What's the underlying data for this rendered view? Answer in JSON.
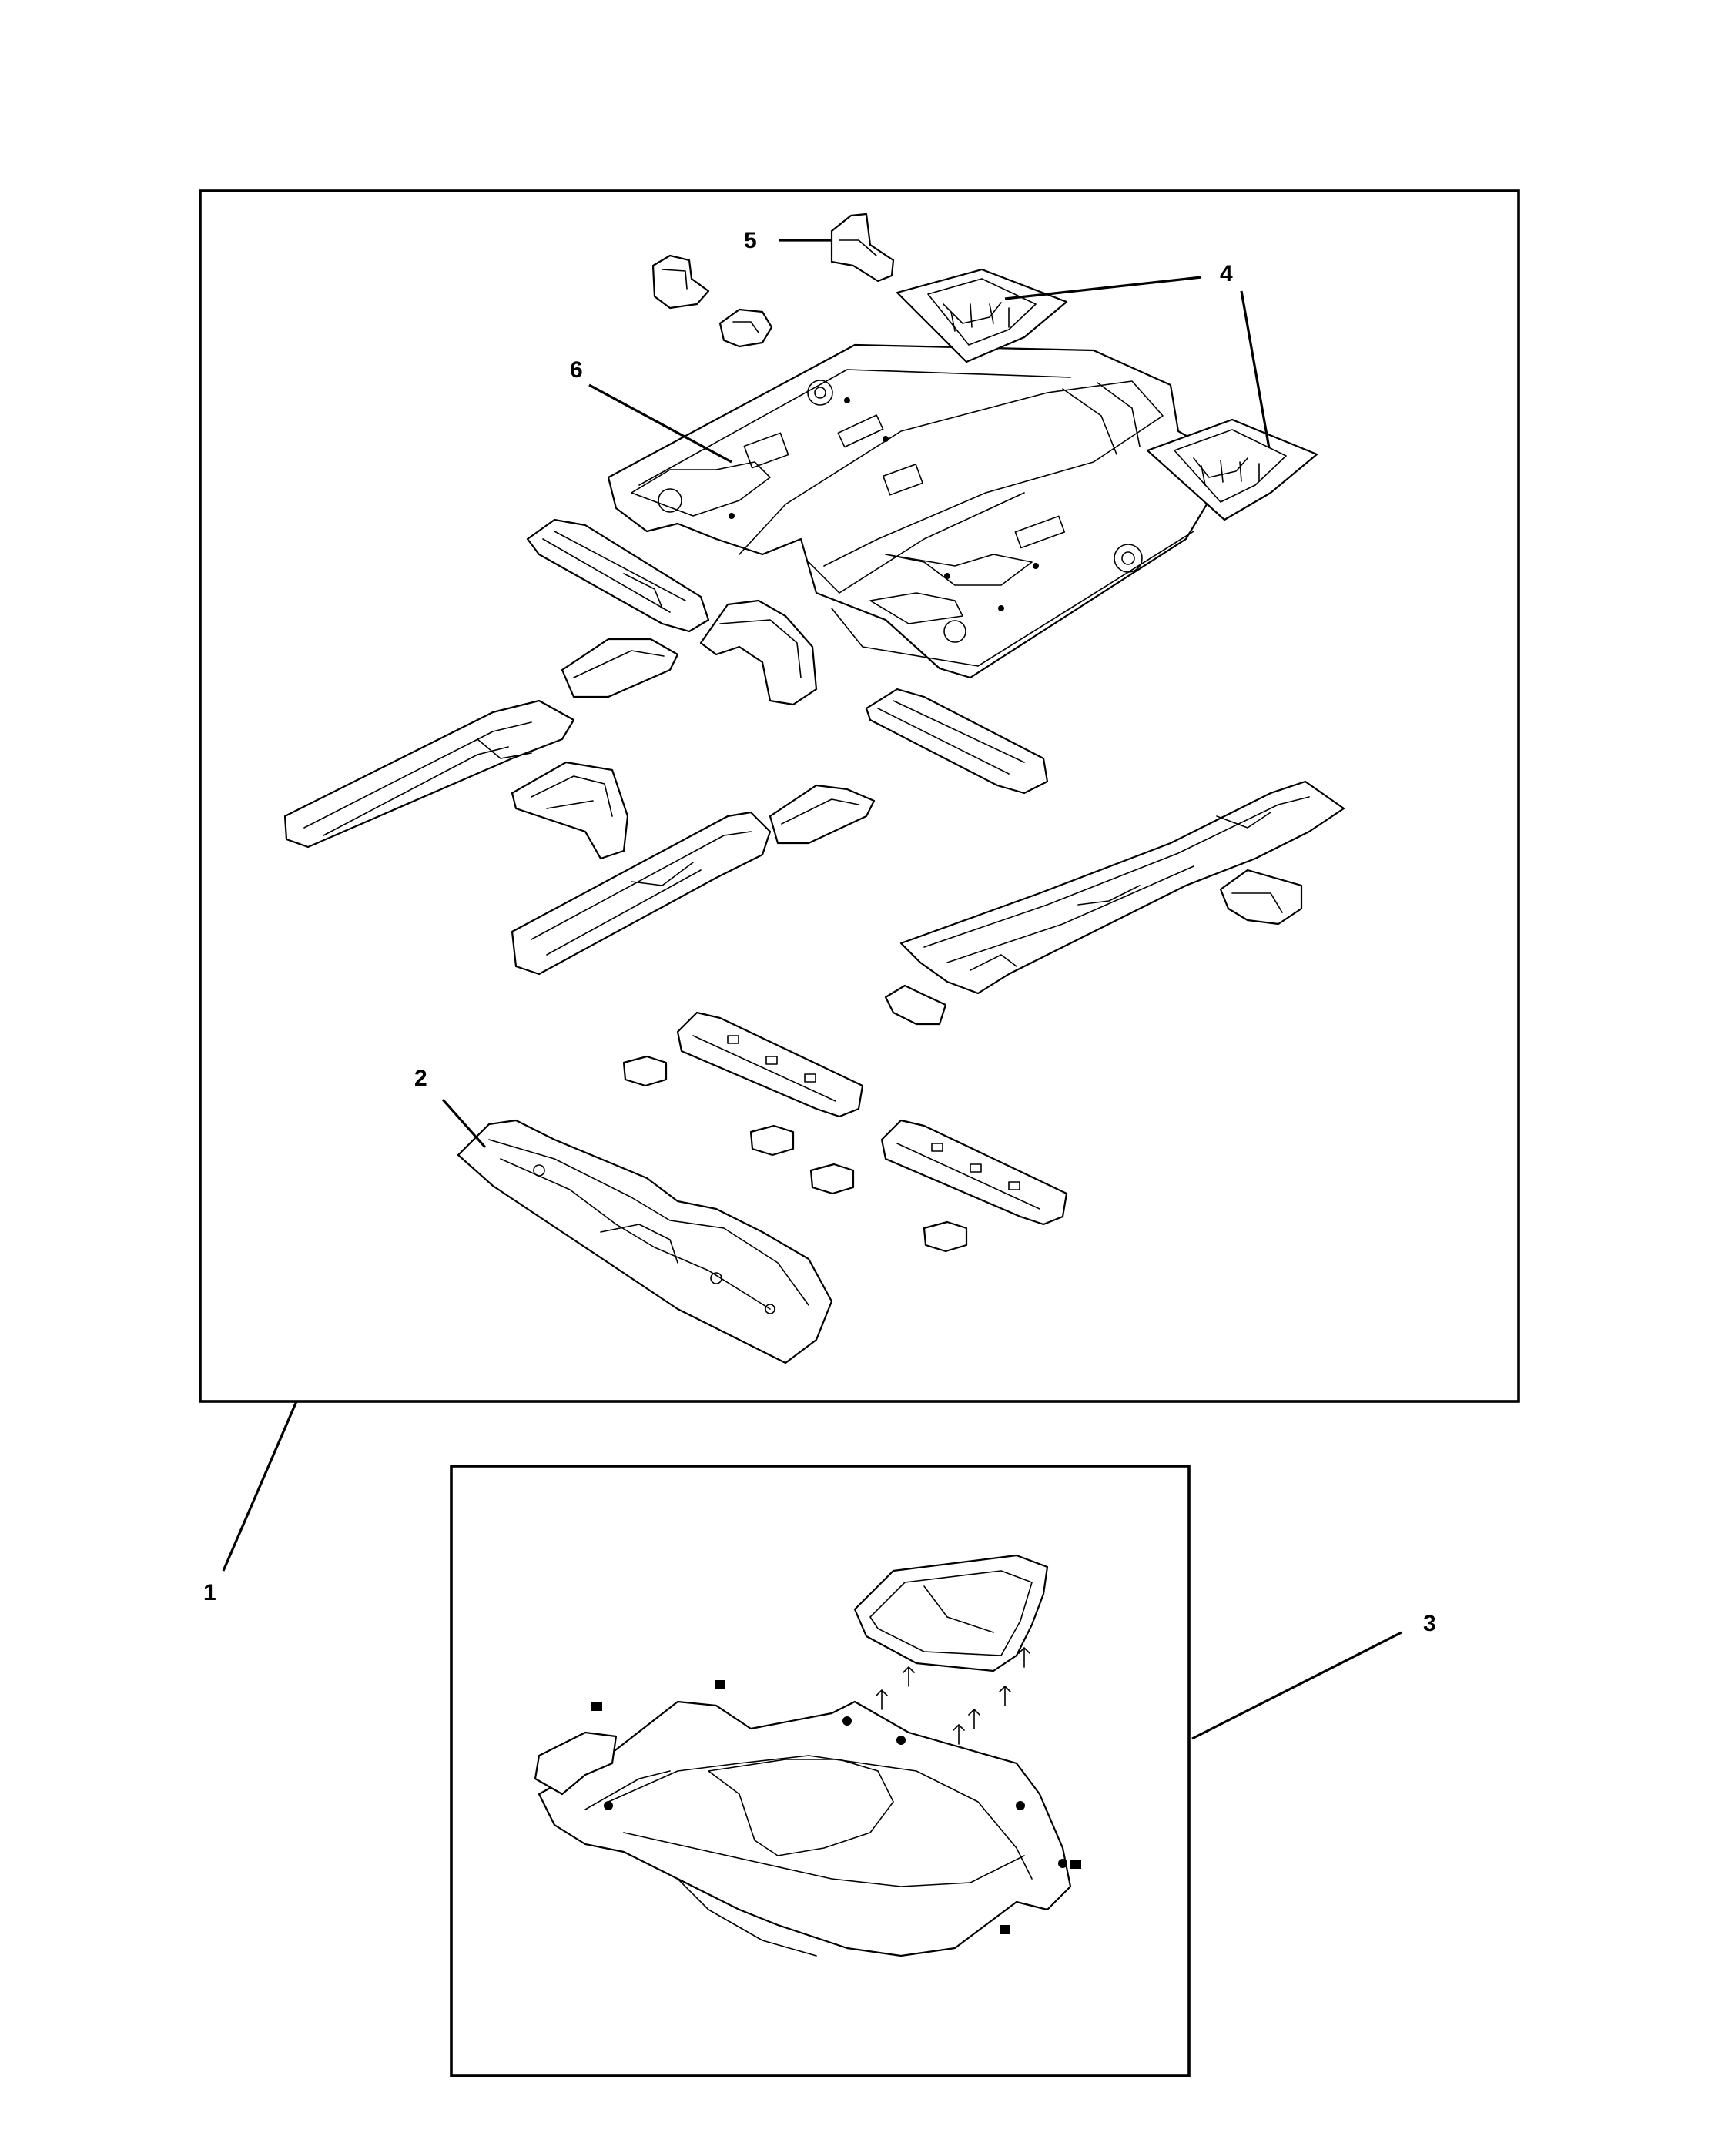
{
  "diagram": {
    "callouts": [
      {
        "id": "1",
        "label": "1"
      },
      {
        "id": "2",
        "label": "2"
      },
      {
        "id": "3",
        "label": "3"
      },
      {
        "id": "4",
        "label": "4"
      },
      {
        "id": "5",
        "label": "5"
      },
      {
        "id": "6",
        "label": "6"
      }
    ],
    "colors": {
      "ink": "#000000",
      "paper": "#ffffff"
    }
  }
}
